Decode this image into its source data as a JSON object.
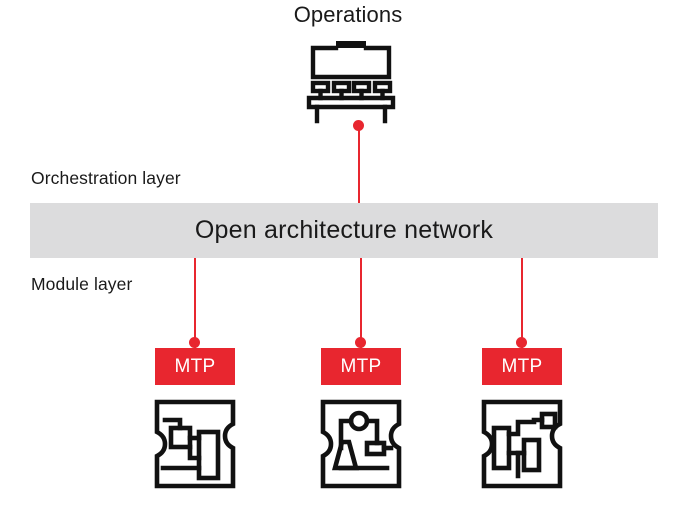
{
  "diagram": {
    "background_color": "#ffffff",
    "accent_color": "#e8262f",
    "bar_color": "#dcdcdd",
    "line_color": "#1a1a1a",
    "title": "Operations",
    "operations_icon": "control-room-workstation-icon",
    "labels": {
      "orchestration": "Orchestration layer",
      "module": "Module layer"
    },
    "network_bar": {
      "text": "Open architecture network"
    },
    "modules": [
      {
        "tag": "MTP",
        "icon": "process-module-icon"
      },
      {
        "tag": "MTP",
        "icon": "process-module-icon"
      },
      {
        "tag": "MTP",
        "icon": "process-module-icon"
      }
    ],
    "connectors": [
      {
        "name": "operations-to-network"
      },
      {
        "name": "network-to-module-1"
      },
      {
        "name": "network-to-module-2"
      },
      {
        "name": "network-to-module-3"
      }
    ]
  }
}
